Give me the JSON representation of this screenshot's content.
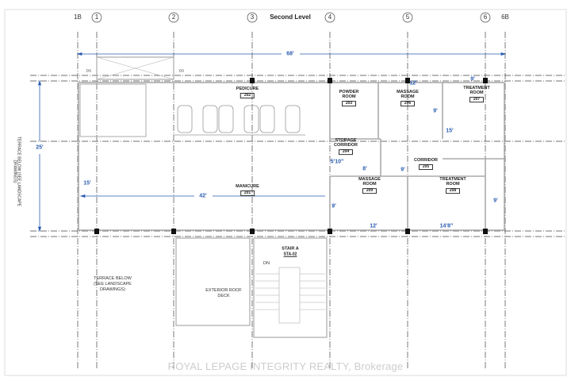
{
  "title": "Second Level",
  "grid_labels": [
    "1B",
    "1",
    "2",
    "3",
    "4",
    "5",
    "6",
    "6B"
  ],
  "rooms": {
    "pedicure": {
      "name": "PEDICURE",
      "num": "202"
    },
    "manicure": {
      "name": "MANICURE",
      "num": "201"
    },
    "powder": {
      "name": "POWDER ROOM",
      "num": "203"
    },
    "massage206": {
      "name": "MASSAGE ROOM",
      "num": "206"
    },
    "treatment207": {
      "name": "TREATMENT ROOM",
      "num": "207"
    },
    "storage": {
      "name": "STORAGE CORRIDOR",
      "num": "204"
    },
    "corridor": {
      "name": "CORRIDOR",
      "num": "205"
    },
    "massage209": {
      "name": "MASSAGE ROOM",
      "num": "209"
    },
    "treatment208": {
      "name": "TREATMENT ROOM",
      "num": "208"
    },
    "stair": {
      "name": "STAIR A",
      "num": "STA-02"
    }
  },
  "dimensions": {
    "overall_width": "68'",
    "overall_depth": "25'",
    "manicure_depth": "15'",
    "manicure_width": "42'",
    "massage206_width": "12'",
    "treatment207_width": "9'",
    "massage206_depth": "9'",
    "treatment207_depth": "15'",
    "storage_width": "5'10\"",
    "storage_depth": "8'",
    "corridor_width": "9'",
    "massage209_depth": "9'",
    "massage209_width": "12'",
    "treatment208_width": "14'8\"",
    "treatment208_depth": "9'"
  },
  "notes": {
    "terrace_left": "TERRACE BELOW (SEE LANDSCAPE DRAWINGS)",
    "terrace_bottom_1": "TERRACE BELOW",
    "terrace_bottom_2": "(SEE LANDSCAPE",
    "terrace_bottom_3": "DRAWINGS)",
    "roof_deck_1": "EXTERIOR ROOF",
    "roof_deck_2": "DECK",
    "stair_dir": "DN",
    "ds_left": "DS",
    "ds_right": "DS"
  },
  "watermark": "ROYAL LEPAGE INTEGRITY REALTY, Brokerage",
  "colors": {
    "dimension": "#2a5db0",
    "line": "#333333",
    "wall": "#bbbbbb"
  }
}
